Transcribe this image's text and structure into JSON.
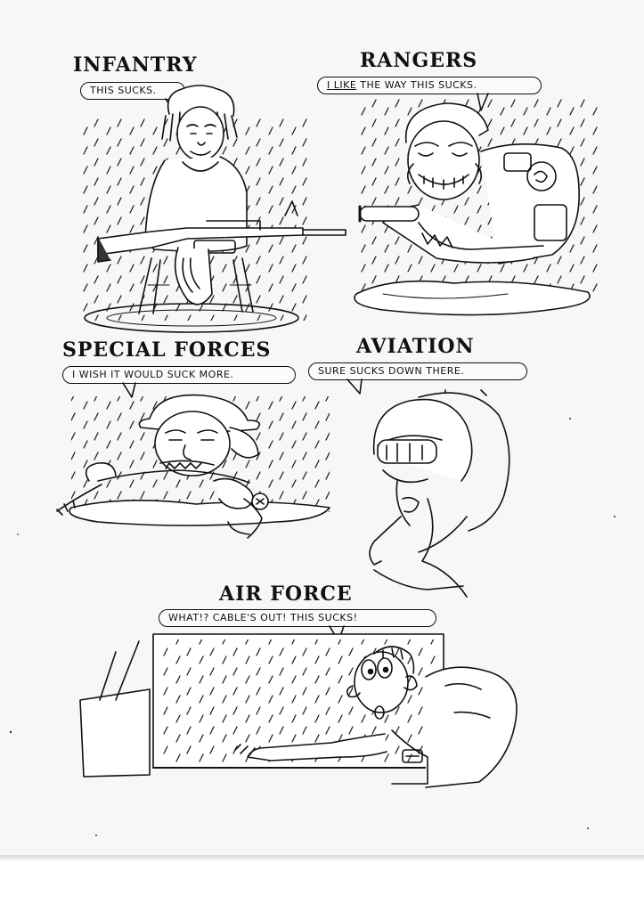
{
  "panels": [
    {
      "id": "infantry",
      "title": "INFANTRY",
      "speech": "THIS SUCKS."
    },
    {
      "id": "rangers",
      "title": "RANGERS",
      "speech_underlined": "I LIKE",
      "speech_rest": " THE WAY THIS SUCKS."
    },
    {
      "id": "special-forces",
      "title": "SPECIAL FORCES",
      "speech": "I WISH IT WOULD SUCK MORE."
    },
    {
      "id": "aviation",
      "title": "AVIATION",
      "speech": "SURE SUCKS DOWN THERE."
    },
    {
      "id": "air-force",
      "title": "AIR FORCE",
      "speech": "WHAT!? CABLE'S OUT! THIS SUCKS!"
    }
  ]
}
